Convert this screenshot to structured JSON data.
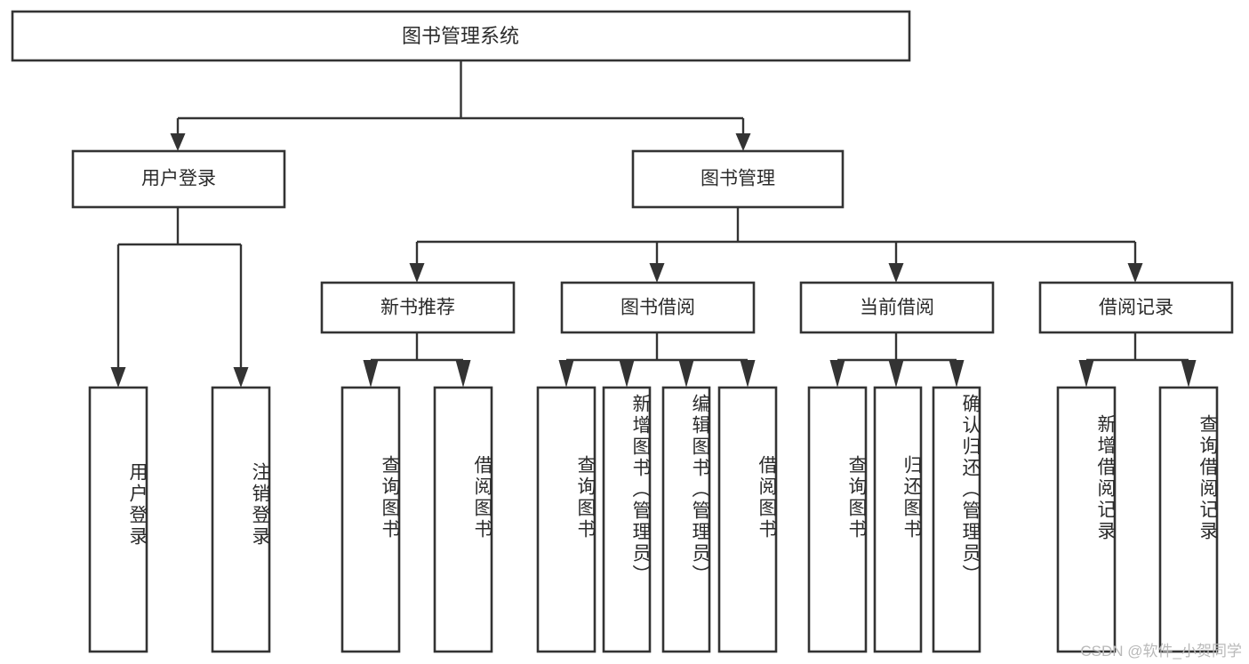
{
  "diagram": {
    "title": "图书管理系统",
    "type": "tree-hierarchy",
    "watermark": "CSDN @软件_小贺同学",
    "colors": {
      "background": "#ffffff",
      "box_fill": "#ffffff",
      "box_stroke": "#333333",
      "connector": "#333333",
      "text": "#2b2b2b",
      "watermark": "#b9b9b9"
    },
    "root": {
      "id": "root",
      "label": "图书管理系统",
      "orientation": "horizontal"
    },
    "level2": [
      {
        "id": "user-login",
        "label": "用户登录",
        "orientation": "horizontal"
      },
      {
        "id": "book-manage",
        "label": "图书管理",
        "orientation": "horizontal"
      }
    ],
    "level3": [
      {
        "id": "new-book-recommend",
        "label": "新书推荐",
        "orientation": "horizontal",
        "parent": "book-manage"
      },
      {
        "id": "book-borrow",
        "label": "图书借阅",
        "orientation": "horizontal",
        "parent": "book-manage"
      },
      {
        "id": "current-borrow",
        "label": "当前借阅",
        "orientation": "horizontal",
        "parent": "book-manage"
      },
      {
        "id": "borrow-record",
        "label": "借阅记录",
        "orientation": "horizontal",
        "parent": "book-manage"
      }
    ],
    "leaves": [
      {
        "id": "leaf-user-login",
        "label": "用户登录",
        "orientation": "vertical",
        "parent": "user-login"
      },
      {
        "id": "leaf-user-logout",
        "label": "注销登录",
        "orientation": "vertical",
        "parent": "user-login"
      },
      {
        "id": "leaf-query-book-1",
        "label": "查询图书",
        "orientation": "vertical",
        "parent": "new-book-recommend"
      },
      {
        "id": "leaf-borrow-book-1",
        "label": "借阅图书",
        "orientation": "vertical",
        "parent": "new-book-recommend"
      },
      {
        "id": "leaf-query-book-2",
        "label": "查询图书",
        "orientation": "vertical",
        "parent": "book-borrow"
      },
      {
        "id": "leaf-add-book",
        "label": "新增图书（管理员）",
        "orientation": "vertical",
        "parent": "book-borrow"
      },
      {
        "id": "leaf-edit-book",
        "label": "编辑图书（管理员）",
        "orientation": "vertical",
        "parent": "book-borrow"
      },
      {
        "id": "leaf-borrow-book-2",
        "label": "借阅图书",
        "orientation": "vertical",
        "parent": "book-borrow"
      },
      {
        "id": "leaf-query-book-3",
        "label": "查询图书",
        "orientation": "vertical",
        "parent": "current-borrow"
      },
      {
        "id": "leaf-return-book",
        "label": "归还图书",
        "orientation": "vertical",
        "parent": "current-borrow"
      },
      {
        "id": "leaf-confirm-return",
        "label": "确认归还（管理员）",
        "orientation": "vertical",
        "parent": "current-borrow"
      },
      {
        "id": "leaf-add-record",
        "label": "新增借阅记录",
        "orientation": "vertical",
        "parent": "borrow-record"
      },
      {
        "id": "leaf-query-record",
        "label": "查询借阅记录",
        "orientation": "vertical",
        "parent": "borrow-record"
      }
    ]
  }
}
